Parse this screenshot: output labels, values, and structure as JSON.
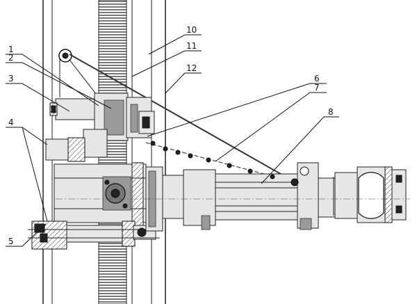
{
  "drawing": {
    "callouts": [
      {
        "id": "1",
        "text": "1"
      },
      {
        "id": "2",
        "text": "2"
      },
      {
        "id": "3",
        "text": "3"
      },
      {
        "id": "4",
        "text": "4"
      },
      {
        "id": "5",
        "text": "5"
      },
      {
        "id": "6",
        "text": "6"
      },
      {
        "id": "7",
        "text": "7"
      },
      {
        "id": "8",
        "text": "8"
      },
      {
        "id": "10",
        "text": "10"
      },
      {
        "id": "11",
        "text": "11"
      },
      {
        "id": "12",
        "text": "12"
      }
    ]
  }
}
